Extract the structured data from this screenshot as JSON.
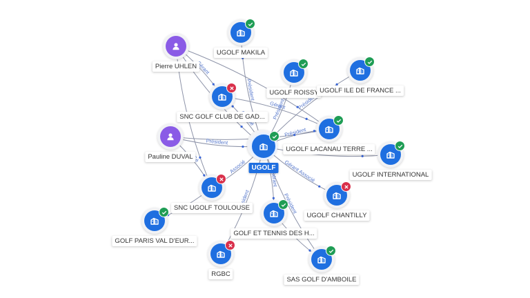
{
  "graph": {
    "central": {
      "label": "UGOLF",
      "icon": "building-icon",
      "status": "ok"
    },
    "nodes": [
      {
        "id": "pierre",
        "label": "Pierre UHLEN",
        "type": "person",
        "icon": "person-icon",
        "status": ""
      },
      {
        "id": "pauline",
        "label": "Pauline DUVAL",
        "type": "person",
        "icon": "person-icon",
        "status": ""
      },
      {
        "id": "makila",
        "label": "UGOLF MAKILA",
        "type": "company",
        "icon": "building-icon",
        "status": "ok"
      },
      {
        "id": "roissy",
        "label": "UGOLF ROISSY",
        "type": "company",
        "icon": "building-icon",
        "status": "ok"
      },
      {
        "id": "iledefrance",
        "label": "UGOLF ILE DE FRANCE ...",
        "type": "company",
        "icon": "building-icon",
        "status": "ok"
      },
      {
        "id": "gad",
        "label": "SNC GOLF CLUB DE GAD...",
        "type": "company",
        "icon": "building-icon",
        "status": "ko"
      },
      {
        "id": "lacanau",
        "label": "UGOLF LACANAU TERRE ...",
        "type": "company",
        "icon": "building-icon",
        "status": "ok"
      },
      {
        "id": "international",
        "label": "UGOLF INTERNATIONAL",
        "type": "company",
        "icon": "building-icon",
        "status": "ok"
      },
      {
        "id": "toulouse",
        "label": "SNC UGOLF TOULOUSE",
        "type": "company",
        "icon": "building-icon",
        "status": "ko"
      },
      {
        "id": "chantilly",
        "label": "UGOLF CHANTILLY",
        "type": "company",
        "icon": "building-icon",
        "status": "ko"
      },
      {
        "id": "parisval",
        "label": "GOLF PARIS VAL D'EUR...",
        "type": "company",
        "icon": "building-icon",
        "status": "ok"
      },
      {
        "id": "tennis",
        "label": "GOLF ET TENNIS DES H...",
        "type": "company",
        "icon": "building-icon",
        "status": "ok"
      },
      {
        "id": "rgbc",
        "label": "RGBC",
        "type": "company",
        "icon": "building-icon",
        "status": "ko"
      },
      {
        "id": "amboile",
        "label": "SAS GOLF D'AMBOILE",
        "type": "company",
        "icon": "building-icon",
        "status": "ok"
      }
    ],
    "edges": [
      {
        "from": "ugolf",
        "to": "makila",
        "label": "Président"
      },
      {
        "from": "ugolf",
        "to": "roissy",
        "label": "Président"
      },
      {
        "from": "ugolf",
        "to": "iledefrance",
        "label": "Président"
      },
      {
        "from": "ugolf",
        "to": "gad",
        "label": "Associé"
      },
      {
        "from": "ugolf",
        "to": "lacanau",
        "label": "Président"
      },
      {
        "from": "ugolf",
        "to": "international",
        "label": "Président"
      },
      {
        "from": "ugolf",
        "to": "toulouse",
        "label": "Associé"
      },
      {
        "from": "ugolf",
        "to": "chantilly",
        "label": "Gérant Associé"
      },
      {
        "from": "ugolf",
        "to": "tennis",
        "label": "Gérant"
      },
      {
        "from": "ugolf",
        "to": "amboile",
        "label": "Président"
      },
      {
        "from": "ugolf",
        "to": "rgbc",
        "label": "Président"
      },
      {
        "from": "pauline",
        "to": "ugolf",
        "label": "Président"
      },
      {
        "from": "pierre",
        "to": "gad",
        "label": "Gérant"
      },
      {
        "from": "pierre",
        "to": "ugolf",
        "label": "Gérant"
      },
      {
        "from": "pierre",
        "to": "lacanau",
        "label": ""
      },
      {
        "from": "pierre",
        "to": "toulouse",
        "label": ""
      },
      {
        "from": "pauline",
        "to": "toulouse",
        "label": "Gé"
      },
      {
        "from": "pauline",
        "to": "lacanau",
        "label": ""
      },
      {
        "from": "toulouse",
        "to": "parisval",
        "label": ""
      },
      {
        "from": "tennis",
        "to": "amboile",
        "label": ""
      },
      {
        "from": "gad",
        "to": "lacanau",
        "label": "Gérant"
      }
    ]
  }
}
